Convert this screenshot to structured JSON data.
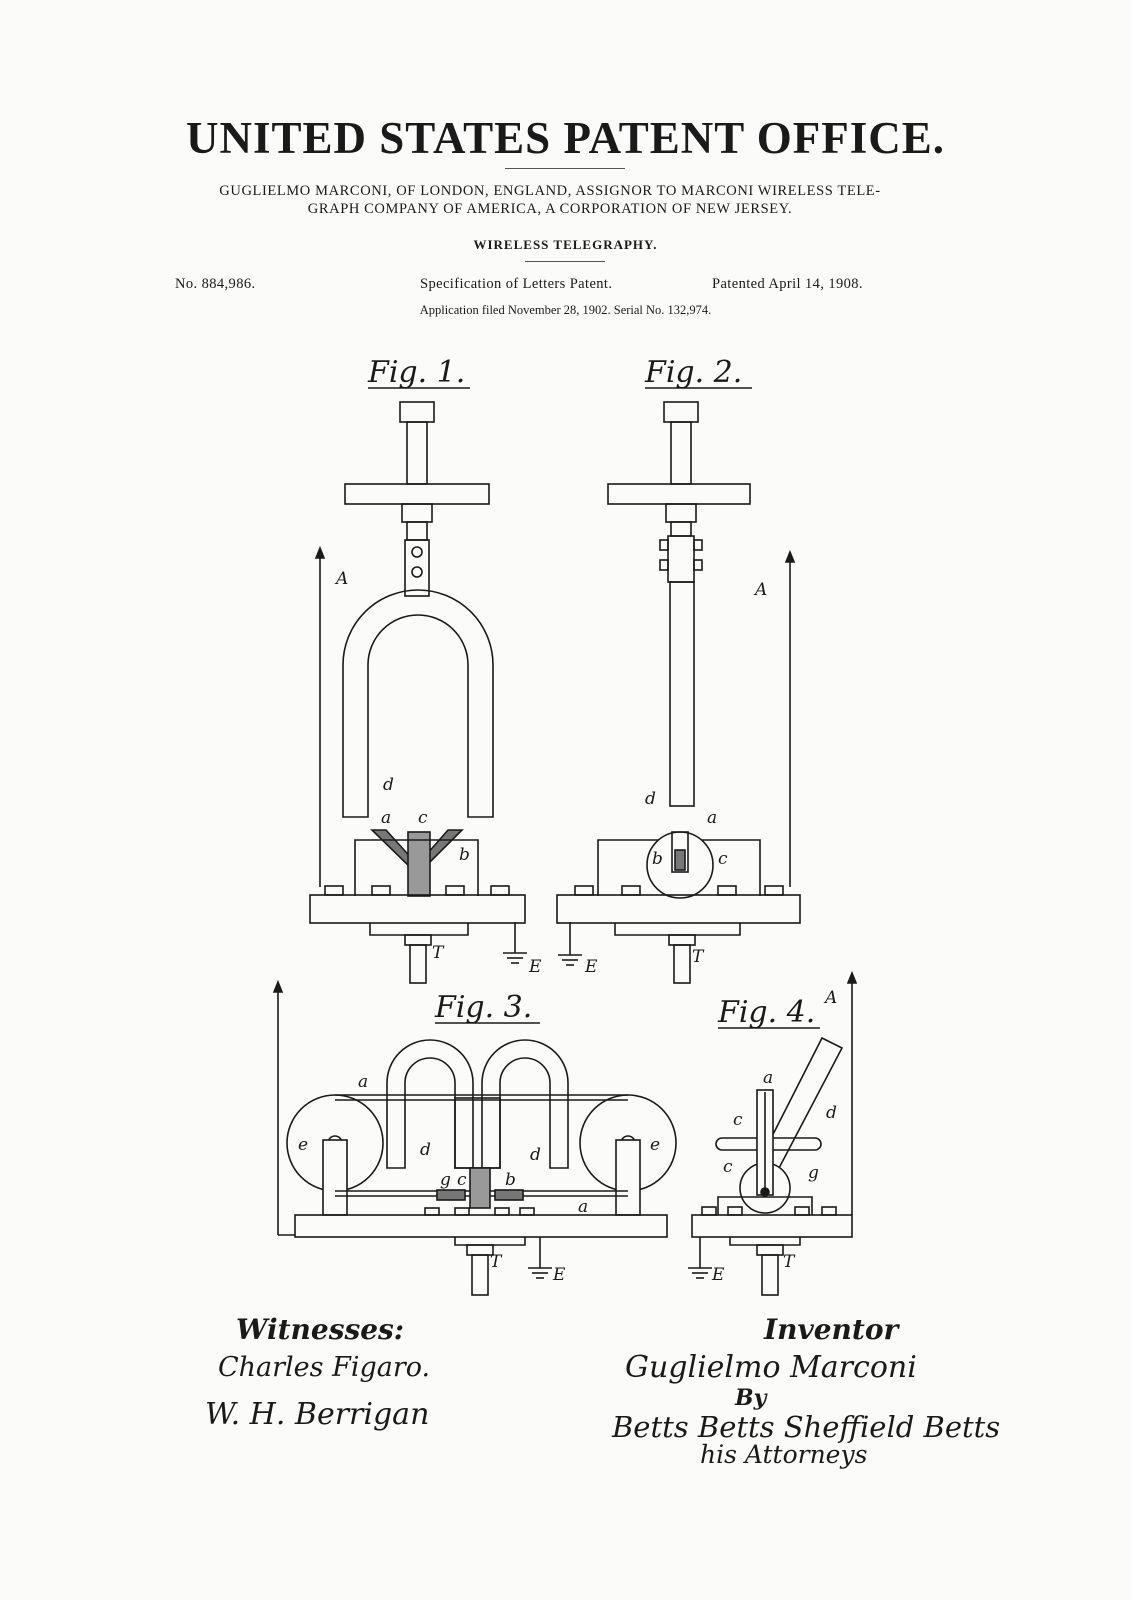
{
  "header": {
    "title": "UNITED STATES PATENT OFFICE.",
    "assignor_line1": "GUGLIELMO MARCONI, OF LONDON, ENGLAND, ASSIGNOR TO MARCONI WIRELESS TELE-",
    "assignor_line2": "GRAPH COMPANY OF AMERICA, A CORPORATION OF NEW JERSEY.",
    "subject": "WIRELESS TELEGRAPHY."
  },
  "meta": {
    "patent_number": "No. 884,986.",
    "specification": "Specification of Letters Patent.",
    "patented": "Patented April 14, 1908.",
    "application": "Application filed November 28, 1902.  Serial No. 132,974."
  },
  "figures": {
    "fig1": "Fig. 1.",
    "fig2": "Fig. 2.",
    "fig3": "Fig. 3.",
    "fig4": "Fig. 4."
  },
  "reference_letters": {
    "A": "A",
    "a": "a",
    "b": "b",
    "c": "c",
    "d": "d",
    "e": "e",
    "g": "g",
    "E": "E",
    "T": "T"
  },
  "signatures": {
    "witnesses_heading": "Witnesses:",
    "witness1": "Charles Figaro.",
    "witness2": "W. H. Berrigan",
    "inventor_heading": "Inventor",
    "inventor": "Guglielmo Marconi",
    "by": "By",
    "attorneys_names": "Betts Betts Sheffield Betts",
    "attorneys": "his Attorneys"
  }
}
